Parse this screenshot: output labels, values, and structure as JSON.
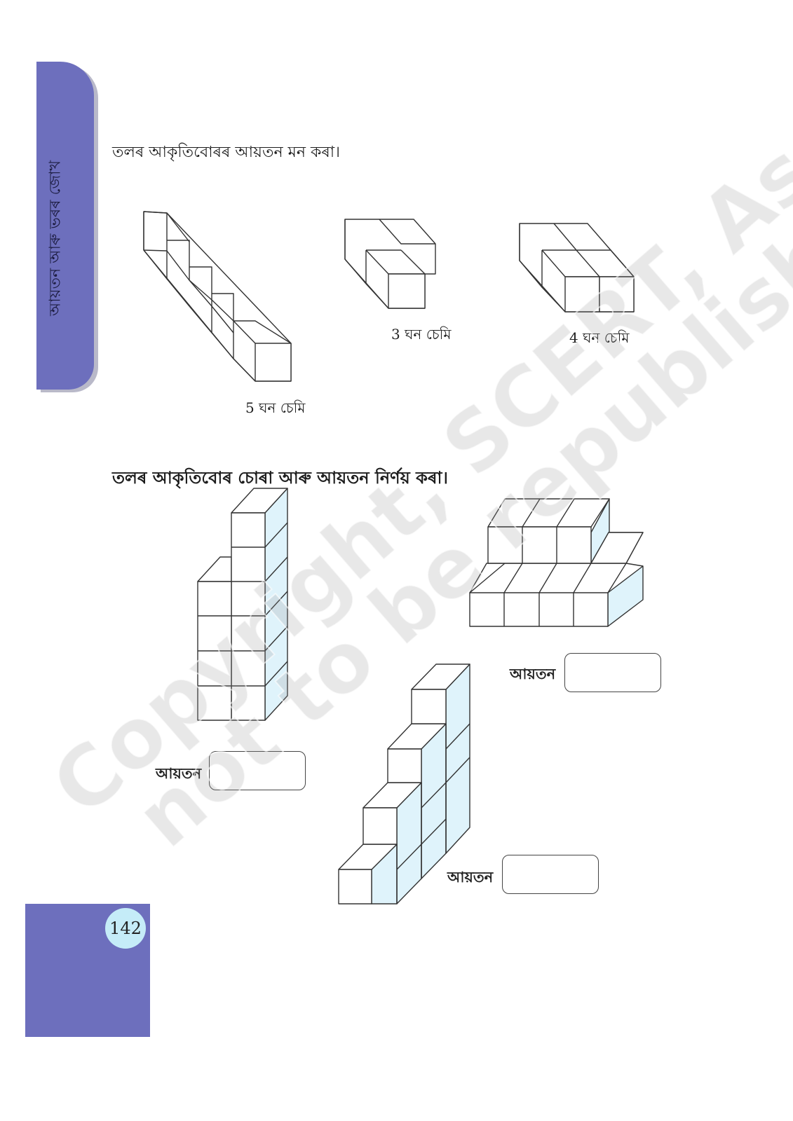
{
  "side_tab": {
    "label": "আয়তন আৰু ভৰৰ জোখ"
  },
  "instructions": {
    "estimate": "তলৰ আকৃতিবোৰৰ আয়তন মন কৰা।",
    "find": "তলৰ আকৃতিবোৰ চোৰা আৰু আয়তন নিৰ্ণয় কৰা।"
  },
  "examples": [
    {
      "caption": "5 ঘন চেমি",
      "cubes": 5
    },
    {
      "caption": "3 ঘন চেমি",
      "cubes": 3
    },
    {
      "caption": "4 ঘন চেমি",
      "cubes": 4
    }
  ],
  "exercises": [
    {
      "label": "আয়তন",
      "answer": ""
    },
    {
      "label": "আয়তন",
      "answer": ""
    },
    {
      "label": "আয়তন",
      "answer": ""
    }
  ],
  "page_number": "142",
  "watermark": {
    "line1": "Copyright, SCERT, Assam",
    "line2": "not to be republished"
  },
  "colors": {
    "tab": "#6d6fbd",
    "cube_side": "#dff3fb",
    "page_circle": "#c5ecf8"
  }
}
